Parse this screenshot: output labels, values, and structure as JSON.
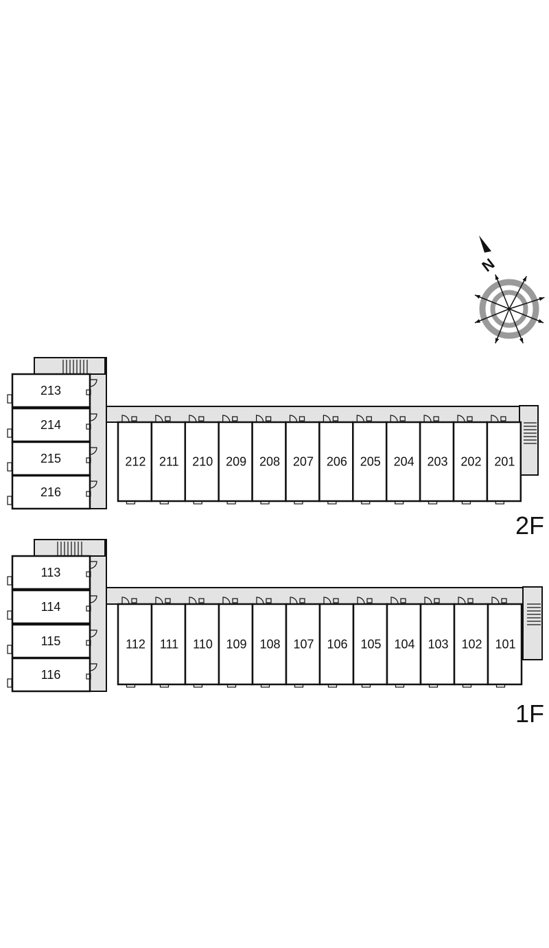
{
  "compass": {
    "letter": "N",
    "icon": "north-arrow-icon"
  },
  "colors": {
    "wall": "#111111",
    "corridor": "#e3e3e3",
    "unit_fill": "#ffffff"
  },
  "floors": [
    {
      "id": "2F",
      "label": "2F",
      "row_units": [
        "212",
        "211",
        "210",
        "209",
        "208",
        "207",
        "206",
        "205",
        "204",
        "203",
        "202",
        "201"
      ],
      "wing_units": [
        "213",
        "214",
        "215",
        "216"
      ]
    },
    {
      "id": "1F",
      "label": "1F",
      "row_units": [
        "112",
        "111",
        "110",
        "109",
        "108",
        "107",
        "106",
        "105",
        "104",
        "103",
        "102",
        "101"
      ],
      "wing_units": [
        "113",
        "114",
        "115",
        "116"
      ]
    }
  ]
}
